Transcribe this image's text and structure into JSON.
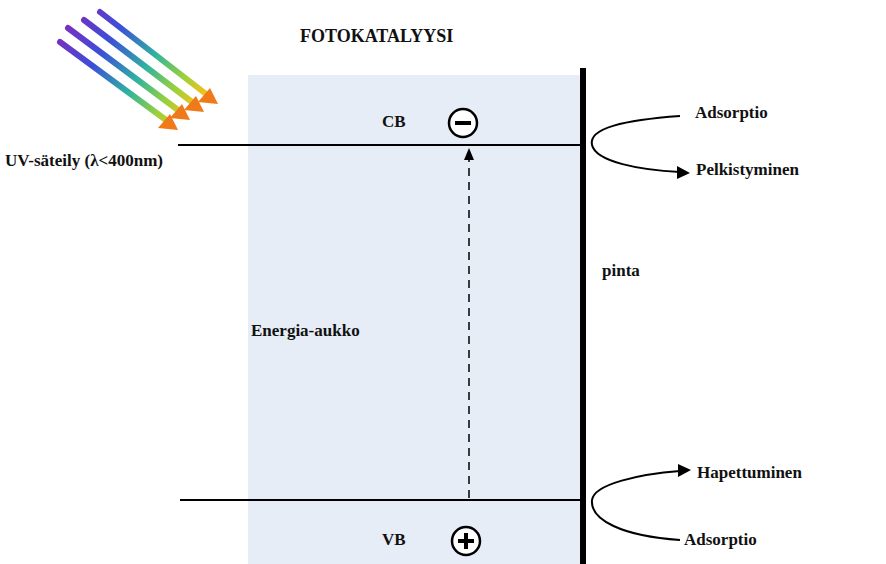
{
  "diagram": {
    "title": "FOTOKATALYYSI",
    "nodes": [
      {
        "text": [
          "CB",
          "Energia-aukko",
          "VB"
        ]
      }
    ],
    "labels": [
      "UV-säteily (λ<400nm)",
      "pinta",
      "Adsorptio",
      "Pelkistyminen",
      "Hapettuminen",
      "Adsorptio"
    ]
  }
}
